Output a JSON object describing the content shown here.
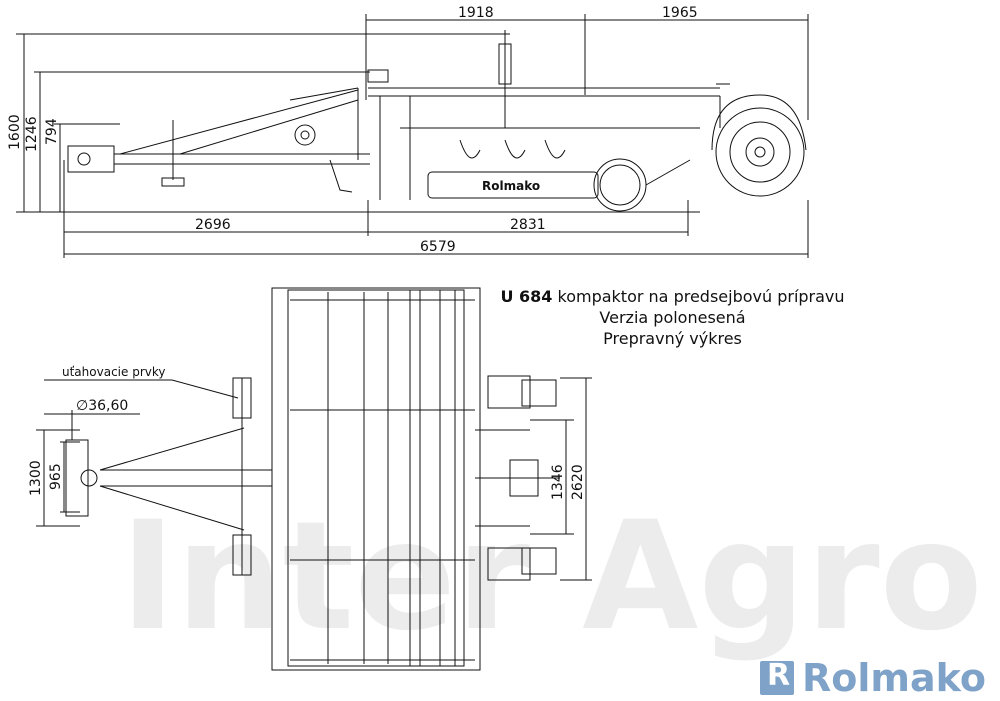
{
  "title": {
    "model": "U 684",
    "rest": " kompaktor na predsejbovú prípravu",
    "line2": "Verzia polonesená",
    "line3": "Prepravný výkres"
  },
  "side_view_dims": {
    "top_1": "1918",
    "top_2": "1965",
    "left_1": "1600",
    "left_2": "1246",
    "left_3": "794",
    "bottom_1": "2696",
    "bottom_2": "2831",
    "bottom_total": "6579"
  },
  "top_view_dims": {
    "callout": "uťahovacie prvky",
    "diameter": "∅36,60",
    "left_outer": "1300",
    "left_inner": "965",
    "right_inner": "1346",
    "right_outer": "2620"
  },
  "machine_label": "Rolmako",
  "watermark": "Inter Agro",
  "brand": "Rolmako",
  "colors": {
    "brand": "#7fa2c9",
    "line": "#111111",
    "watermark": "#e6e6e6"
  }
}
